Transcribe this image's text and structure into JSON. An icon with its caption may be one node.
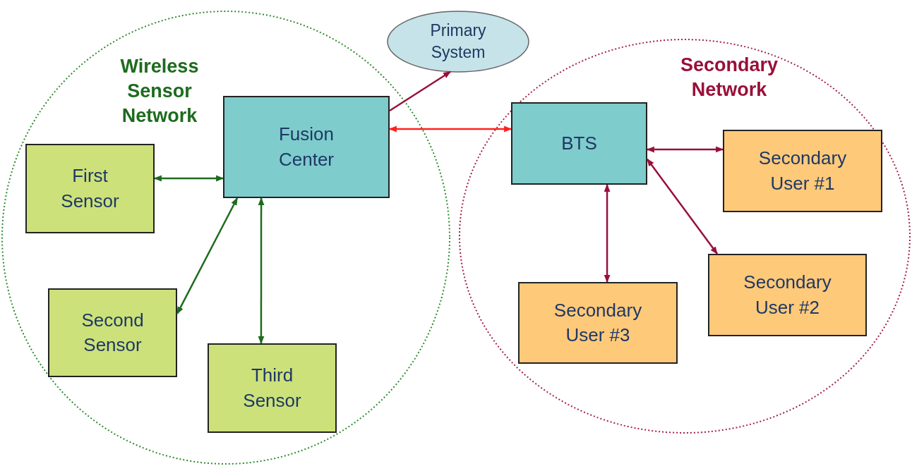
{
  "diagram": {
    "nodes": [
      {
        "text": [
          "Wireless Sensor Network"
        ]
      },
      {
        "text": [
          "Fusion Center"
        ],
        "in": 0
      },
      {
        "text": [
          "First Sensor"
        ],
        "in": 0
      },
      {
        "text": [
          "Second Sensor"
        ],
        "in": 0
      },
      {
        "text": [
          "Third Sensor"
        ],
        "in": 0
      },
      {
        "text": [
          "Primary System"
        ]
      },
      {
        "text": [
          "Secondary Network"
        ]
      },
      {
        "text": [
          "BTS"
        ],
        "in": 6
      },
      {
        "text": [
          "Secondary User #1"
        ],
        "in": 6
      },
      {
        "text": [
          "Secondary User #2"
        ],
        "in": 6
      },
      {
        "text": [
          "Secondary User #3"
        ],
        "in": 6
      }
    ],
    "edges": [
      {
        "from": 2,
        "to": 1,
        "arrow": "both",
        "color": "#1e6b1e"
      },
      {
        "from": 3,
        "to": 1,
        "arrow": "both",
        "color": "#1e6b1e"
      },
      {
        "from": 4,
        "to": 1,
        "arrow": "both",
        "color": "#1e6b1e"
      },
      {
        "from": 1,
        "to": 5,
        "arrow": "to",
        "color": "#99103a"
      },
      {
        "from": 1,
        "to": 7,
        "arrow": "both",
        "color": "#ff2020"
      },
      {
        "from": 7,
        "to": 8,
        "arrow": "both",
        "color": "#99103a"
      },
      {
        "from": 7,
        "to": 9,
        "arrow": "both",
        "color": "#99103a"
      },
      {
        "from": 7,
        "to": 10,
        "arrow": "both",
        "color": "#99103a"
      }
    ]
  }
}
